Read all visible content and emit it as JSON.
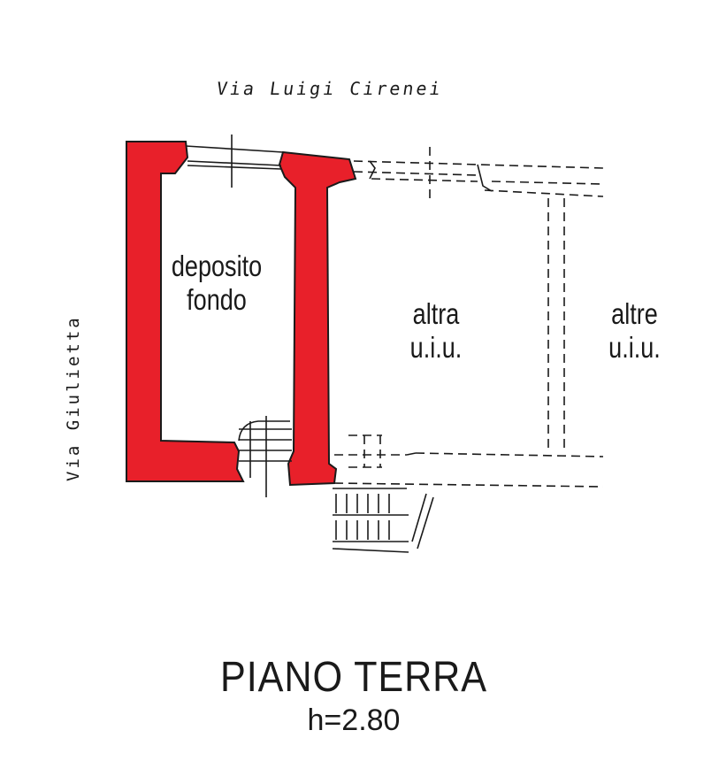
{
  "labels": {
    "street_top": "Via Luigi Cirenei",
    "street_left": "Via Giulietta",
    "room_deposito_line1": "deposito",
    "room_deposito_line2": "fondo",
    "room_altra_line1": "altra",
    "room_altra_line2": "u.i.u.",
    "room_altre_line1": "altre",
    "room_altre_line2": "u.i.u.",
    "floor_title": "PIANO TERRA",
    "floor_height": "h=2.80"
  },
  "colors": {
    "highlight_wall": "#e8202a",
    "line": "#1a1a1a",
    "background": "#ffffff"
  }
}
